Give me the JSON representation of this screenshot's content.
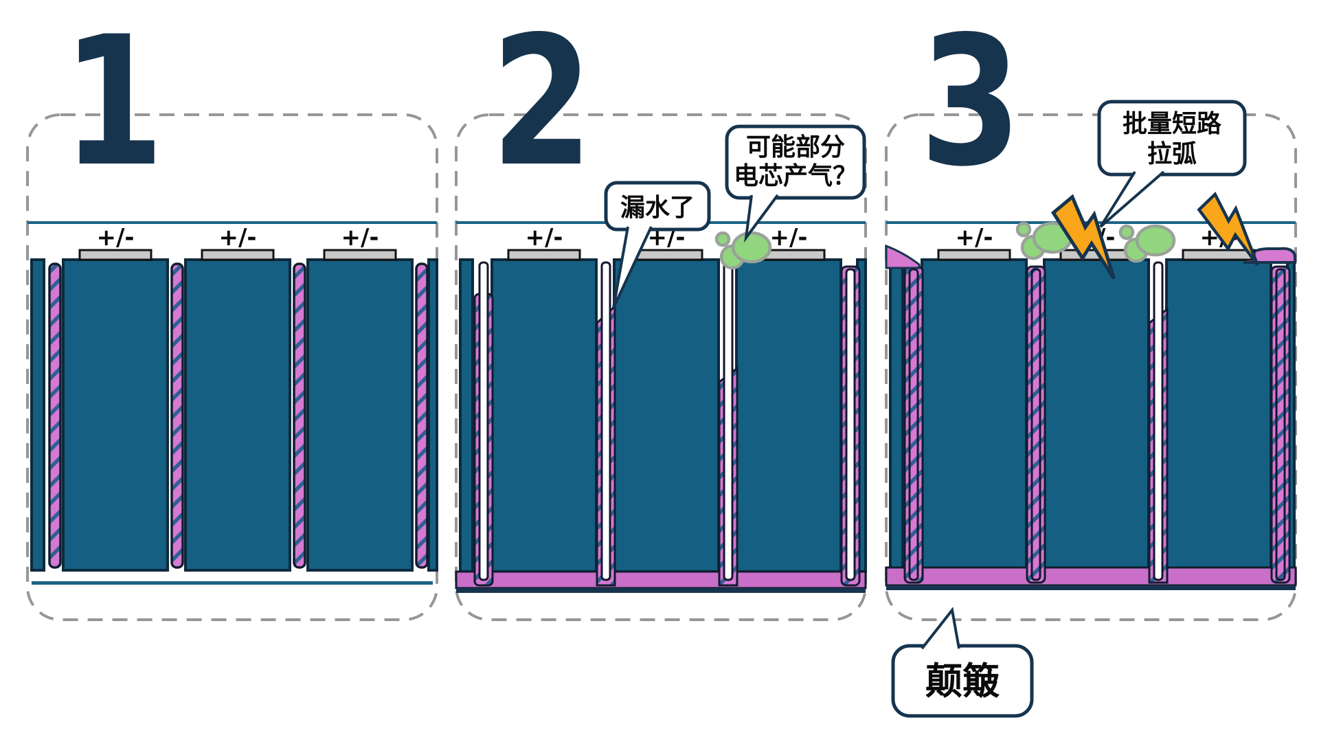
{
  "diagram_title": "",
  "stages": [
    {
      "number": "1",
      "cells": [
        {
          "label": "+/-"
        },
        {
          "label": "+/-"
        },
        {
          "label": "+/-"
        }
      ]
    },
    {
      "number": "2",
      "cells": [
        {
          "label": "+/-"
        },
        {
          "label": "+/-"
        },
        {
          "label": "+/-"
        }
      ],
      "callout_leak": {
        "text": "漏水了"
      },
      "callout_gas": {
        "line1": "可能部分",
        "line2": "电芯产气？"
      }
    },
    {
      "number": "3",
      "cells": [
        {
          "label": "+/-"
        },
        {
          "label": "+/-"
        },
        {
          "label": "+/-"
        }
      ],
      "callout_arc": {
        "line1": "批量短路",
        "line2": "拉弧"
      },
      "callout_bump": {
        "text": "颠簸"
      }
    }
  ],
  "icons": {
    "lightning_bolt": "lightning-bolt-icon",
    "gas_bubbles": "gas-bubbles-icon"
  },
  "colors": {
    "cell_teal": "#155f82",
    "cell_outline": "#0d2a3d",
    "separator_pink": "#d579d1",
    "pool_pink": "#c96fc9",
    "hatch_blue": "#2f6095",
    "water_line_teal": "#1c6385",
    "numeral_navy": "#16344e",
    "callout_border_navy": "#16344e",
    "gas_green": "#92d57f",
    "gas_outline_gray": "#99a399",
    "bolt_orange": "#f9a61a",
    "terminal_gray": "#c9c9c9",
    "dash_gray": "#969696"
  }
}
